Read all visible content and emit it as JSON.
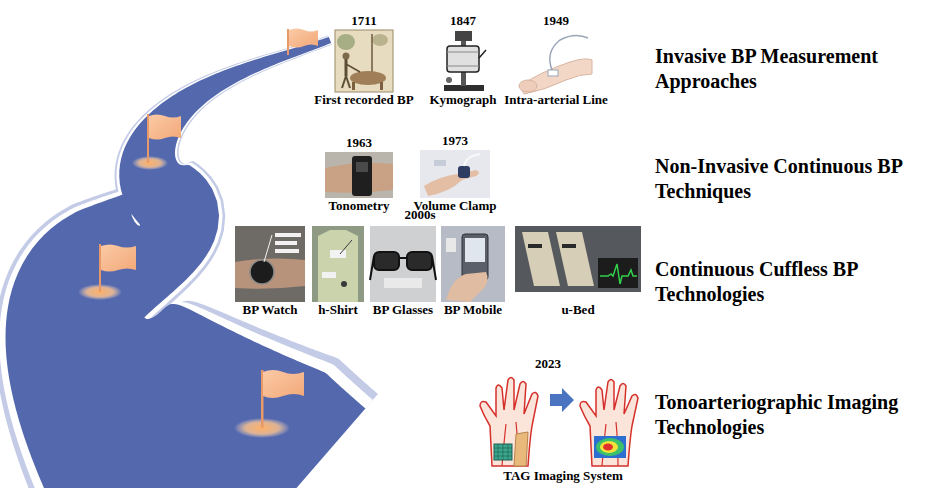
{
  "diagram": {
    "nodes": [
      {
        "text": [
          "1711",
          "First recorded BP"
        ]
      },
      {
        "text": [
          "1847",
          "Kymograph"
        ]
      },
      {
        "text": [
          "1949",
          "Intra-arterial Line"
        ]
      },
      {
        "text": [
          "1963",
          "Tonometry"
        ]
      },
      {
        "text": [
          "1973",
          "Volume Clamp"
        ]
      },
      {
        "text": [
          "BP Watch"
        ]
      },
      {
        "text": [
          "h-Shirt"
        ]
      },
      {
        "text": [
          "BP Glasses"
        ]
      },
      {
        "text": [
          "BP Mobile"
        ]
      },
      {
        "text": [
          "u-Bed"
        ]
      },
      {
        "text": [
          "TAG Imaging System"
        ]
      }
    ],
    "labels": [
      "Invasive BP Measurement Approaches",
      "Non-Invasive Continuous BP Techniques",
      "2000s",
      "Continuous Cuffless BP Technologies",
      "2023",
      "Tonoarteriographic Imaging Technologies"
    ]
  }
}
